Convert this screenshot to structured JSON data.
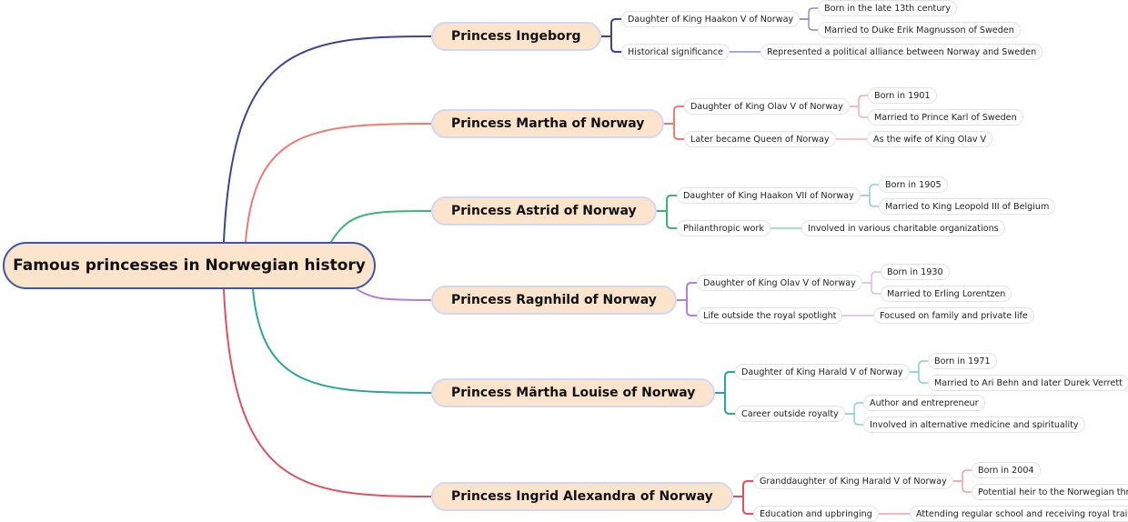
{
  "root": {
    "label": "Famous princesses in Norwegian history",
    "border_color": "#3f55a8"
  },
  "branches": [
    {
      "label": "Princess Ingeborg",
      "color": "#3b4590",
      "light": "#8b90bf",
      "children": [
        {
          "label": "Daughter of King Haakon V of Norway",
          "children": [
            "Born in the late 13th century",
            "Married to Duke Erik Magnusson of Sweden"
          ]
        },
        {
          "label": "Historical significance",
          "children": [
            "Represented a political alliance between Norway and Sweden"
          ]
        }
      ]
    },
    {
      "label": "Princess Martha of Norway",
      "color": "#f07b72",
      "light": "#f6b0aa",
      "children": [
        {
          "label": "Daughter of King Olav V of Norway",
          "children": [
            "Born in 1901",
            "Married to Prince Karl of Sweden"
          ]
        },
        {
          "label": "Later became Queen of Norway",
          "children": [
            "As the wife of King Olav V"
          ]
        }
      ]
    },
    {
      "label": "Princess Astrid of Norway",
      "color": "#3cb574",
      "light": "#8fd6b0",
      "children": [
        {
          "label": "Daughter of King Haakon VII of Norway",
          "children": [
            "Born in 1905",
            "Married to King Leopold III of Belgium"
          ]
        },
        {
          "label": "Philanthropic work",
          "children": [
            "Involved in various charitable organizations"
          ]
        }
      ]
    },
    {
      "label": "Princess Ragnhild of Norway",
      "color": "#b57fd8",
      "light": "#d9bbec",
      "children": [
        {
          "label": "Daughter of King Olav V of Norway",
          "children": [
            "Born in 1930",
            "Married to Erling Lorentzen"
          ]
        },
        {
          "label": "Life outside the royal spotlight",
          "children": [
            "Focused on family and private life"
          ]
        }
      ]
    },
    {
      "label": "Princess Märtha Louise of Norway",
      "color": "#27a79e",
      "light": "#86d3cd",
      "children": [
        {
          "label": "Daughter of King Harald V of Norway",
          "children": [
            "Born in 1971",
            "Married to Ari Behn and later Durek Verrett"
          ]
        },
        {
          "label": "Career outside royalty",
          "children": [
            "Author and entrepreneur",
            "Involved in alternative medicine and spirituality"
          ]
        }
      ]
    },
    {
      "label": "Princess Ingrid Alexandra of Norway",
      "color": "#e0505f",
      "light": "#eea0a8",
      "children": [
        {
          "label": "Granddaughter of King Harald V of Norway",
          "children": [
            "Born in 2004",
            "Potential heir to the Norwegian throne"
          ]
        },
        {
          "label": "Education and upbringing",
          "children": [
            "Attending regular school and receiving royal training"
          ]
        }
      ]
    }
  ]
}
